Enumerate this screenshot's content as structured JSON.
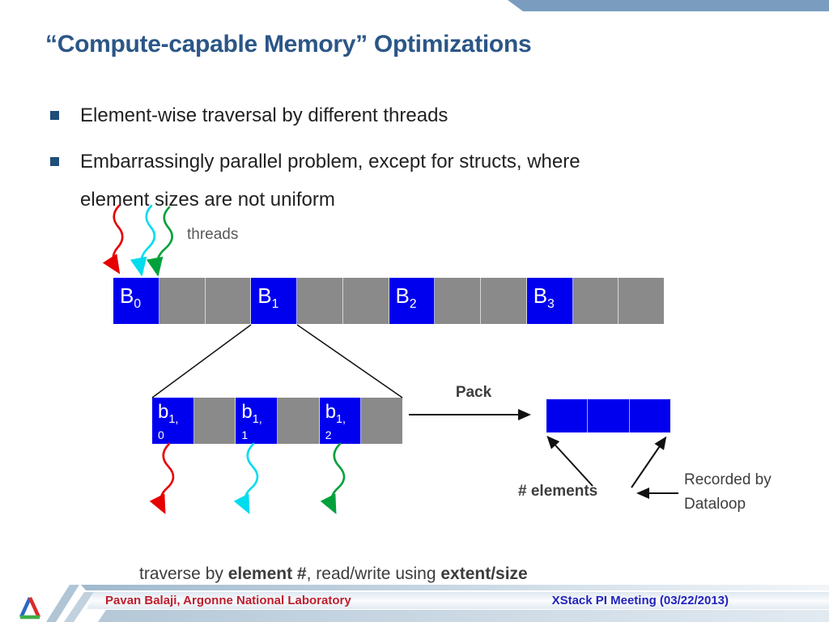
{
  "title": "“Compute-capable Memory” Optimizations",
  "bullets": [
    {
      "lines": [
        "Element-wise traversal by different threads"
      ]
    },
    {
      "lines": [
        "Embarrassingly parallel problem, except for structs, where",
        "element sizes are not uniform"
      ]
    }
  ],
  "diagram": {
    "threads_label": "threads",
    "main_bar": {
      "num_cells": 12,
      "labeled_cells": [
        {
          "index": 0,
          "base": "B",
          "sub": "0"
        },
        {
          "index": 3,
          "base": "B",
          "sub": "1"
        },
        {
          "index": 6,
          "base": "B",
          "sub": "2"
        },
        {
          "index": 9,
          "base": "B",
          "sub": "3"
        }
      ]
    },
    "sub_bar": {
      "num_cells": 6,
      "labeled_cells": [
        {
          "index": 0,
          "base": "b",
          "sub": "1,",
          "sub2": "0"
        },
        {
          "index": 2,
          "base": "b",
          "sub": "1,",
          "sub2": "1"
        },
        {
          "index": 4,
          "base": "b",
          "sub": "1,",
          "sub2": "2"
        }
      ]
    },
    "packed_bar": {
      "num_cells": 3,
      "all_blue": true
    },
    "pack_label": "Pack",
    "elements_label": "# elements",
    "recorded_label": "Recorded by Dataloop",
    "caption": {
      "segments": [
        {
          "text": "traverse by ",
          "bold": false
        },
        {
          "text": "element #",
          "bold": true
        },
        {
          "text": ", read/write using ",
          "bold": false
        },
        {
          "text": "extent/size",
          "bold": true
        }
      ]
    }
  },
  "footer": {
    "left": "Pavan Balaji, Argonne National Laboratory",
    "right": "XStack PI Meeting (03/22/2013)"
  },
  "colors": {
    "blue_cell": "#0000ee",
    "gray_cell": "#8a8a8a",
    "title_blue": "#2b5687",
    "text_dark": "#212121",
    "label_gray": "#3d3d3d",
    "threads_gray": "#595959",
    "bullet_square": "#1f4e79",
    "accent_band": "#7a9dbf",
    "footer_red": "#be1e2d",
    "footer_blue": "#2222bb",
    "thread_red": "#e60000",
    "thread_cyan": "#00dcee",
    "thread_green": "#00a13c"
  }
}
